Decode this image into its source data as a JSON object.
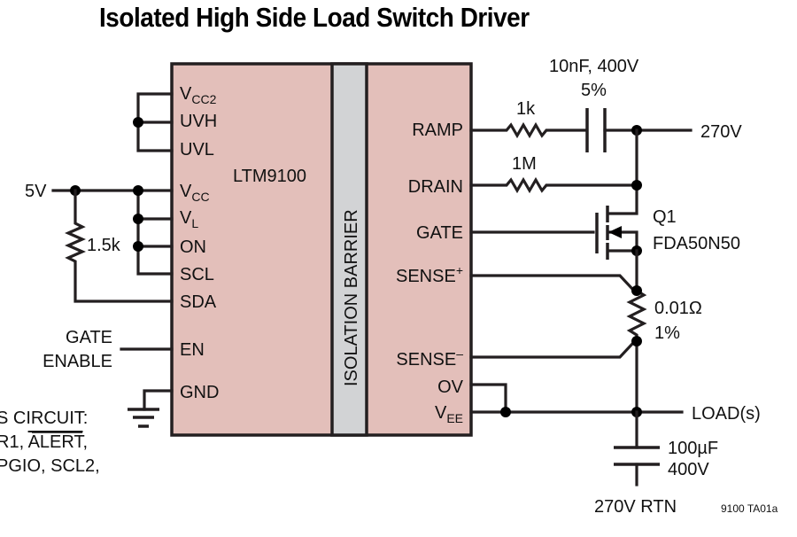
{
  "title": "Isolated High Side Load Switch Driver",
  "ic": {
    "part_name": "LTM9100",
    "barrier_label": "ISOLATION BARRIER",
    "body_color": "#e3bfba",
    "barrier_color": "#d2d3d5",
    "left_pins": [
      {
        "main": "V",
        "sub": "CC2"
      },
      {
        "main": "UVH",
        "sub": ""
      },
      {
        "main": "UVL",
        "sub": ""
      },
      {
        "main": "V",
        "sub": "CC"
      },
      {
        "main": "V",
        "sub": "L"
      },
      {
        "main": "ON",
        "sub": ""
      },
      {
        "main": "SCL",
        "sub": ""
      },
      {
        "main": "SDA",
        "sub": ""
      },
      {
        "main": "EN",
        "sub": ""
      },
      {
        "main": "GND",
        "sub": ""
      }
    ],
    "right_pins": [
      {
        "main": "RAMP",
        "sup": "",
        "sub": ""
      },
      {
        "main": "DRAIN",
        "sup": "",
        "sub": ""
      },
      {
        "main": "GATE",
        "sup": "",
        "sub": ""
      },
      {
        "main": "SENSE",
        "sup": "+",
        "sub": ""
      },
      {
        "main": "SENSE",
        "sup": "–",
        "sub": ""
      },
      {
        "main": "OV",
        "sup": "",
        "sub": ""
      },
      {
        "main": "V",
        "sup": "",
        "sub": "EE"
      }
    ]
  },
  "left_side": {
    "supply_label": "5V",
    "pullup_resistor": "1.5k",
    "gate_enable_line1": "GATE",
    "gate_enable_line2": "ENABLE",
    "note_line1": "S CIRCUIT:",
    "note_line2_prefix": "R1, ",
    "note_line2_overbar": "ALERT",
    "note_line2_suffix": ",",
    "note_line3": "PGIO, SCL2,"
  },
  "right_side": {
    "ramp_resistor": "1k",
    "ramp_cap_line1": "10nF, 400V",
    "ramp_cap_line2": "5%",
    "supply_label": "270V",
    "drain_resistor": "1M",
    "mosfet_ref": "Q1",
    "mosfet_part": "FDA50N50",
    "sense_resistor_value": "0.01Ω",
    "sense_resistor_tol": "1%",
    "load_label": "LOAD(s)",
    "output_cap_line1": "100µF",
    "output_cap_line2": "400V",
    "return_label": "270V RTN"
  },
  "figure_id": "9100 TA01a"
}
